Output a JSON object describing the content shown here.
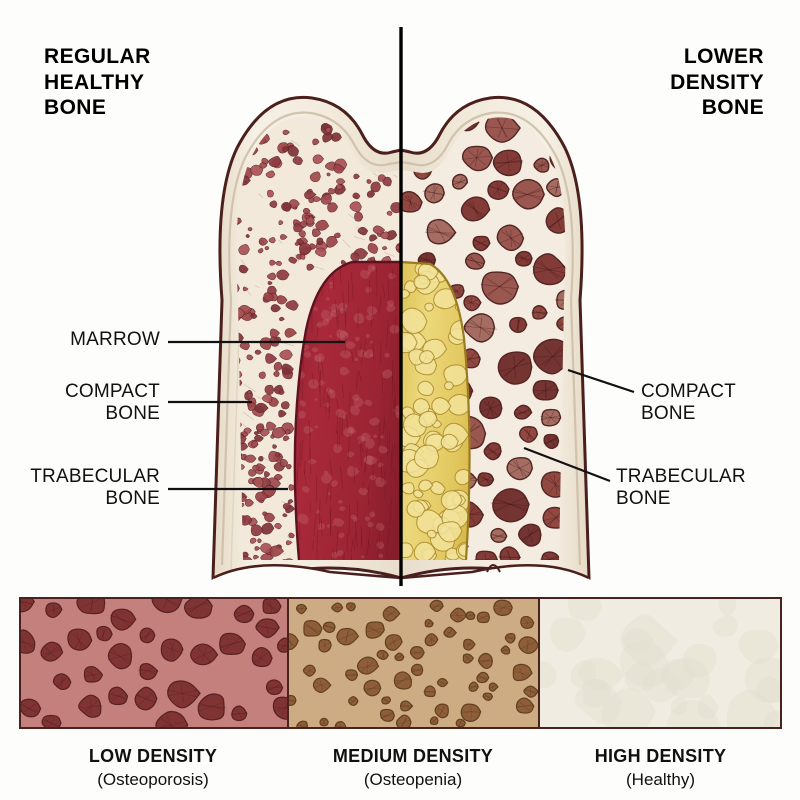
{
  "headings": {
    "left": "REGULAR\nHEALTHY\nBONE",
    "right": "LOWER\nDENSITY\nBONE"
  },
  "callouts": {
    "marrow": "MARROW",
    "compact_left": "COMPACT\nBONE",
    "trabecular_left": "TRABECULAR\nBONE",
    "compact_right": "COMPACT\nBONE",
    "trabecular_right": "TRABECULAR\nBONE"
  },
  "legend": {
    "panels": [
      {
        "title": "LOW DENSITY",
        "subtitle": "(Osteoporosis)",
        "fill": "#c4807d",
        "pore": "#7d2f30"
      },
      {
        "title": "MEDIUM DENSITY",
        "subtitle": "(Osteopenia)",
        "fill": "#cdab83",
        "pore": "#8a5a35"
      },
      {
        "title": "HIGH DENSITY",
        "subtitle": "(Healthy)",
        "fill": "#f0ece1",
        "pore": "#e4dfd0"
      }
    ]
  },
  "colors": {
    "background": "#fdfdfb",
    "outline": "#4a1f1c",
    "cortical_bone": "#f4ece0",
    "cortical_shadow": "#e3d6c2",
    "red_marrow": "#9c2233",
    "yellow_marrow": "#e3c95e",
    "trabecula_healthy": "#8d3a40",
    "trabecula_porous": "#7e3431",
    "divider": "#000000"
  }
}
